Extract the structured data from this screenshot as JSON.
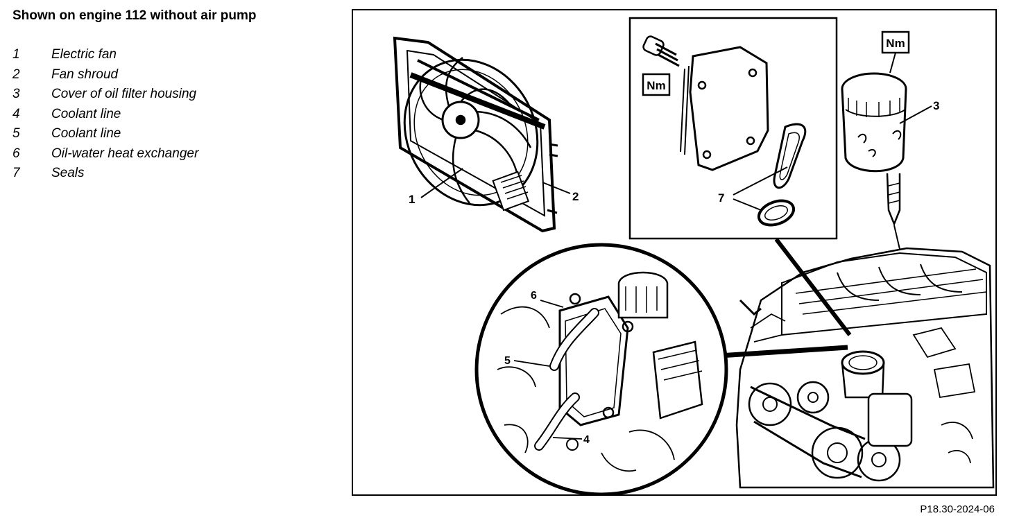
{
  "header": {
    "title": "Shown on engine 112 without air pump"
  },
  "legend": [
    {
      "num": "1",
      "label": "Electric fan"
    },
    {
      "num": "2",
      "label": "Fan shroud"
    },
    {
      "num": "3",
      "label": "Cover of oil filter housing"
    },
    {
      "num": "4",
      "label": "Coolant line"
    },
    {
      "num": "5",
      "label": "Coolant line"
    },
    {
      "num": "6",
      "label": "Oil-water heat exchanger"
    },
    {
      "num": "7",
      "label": "Seals"
    }
  ],
  "figure": {
    "callouts": {
      "c1": "1",
      "c2": "2",
      "c3": "3",
      "c4": "4",
      "c5": "5",
      "c6": "6",
      "c7": "7"
    },
    "torque_label": "Nm",
    "figure_id": "P18.30-2024-06"
  }
}
